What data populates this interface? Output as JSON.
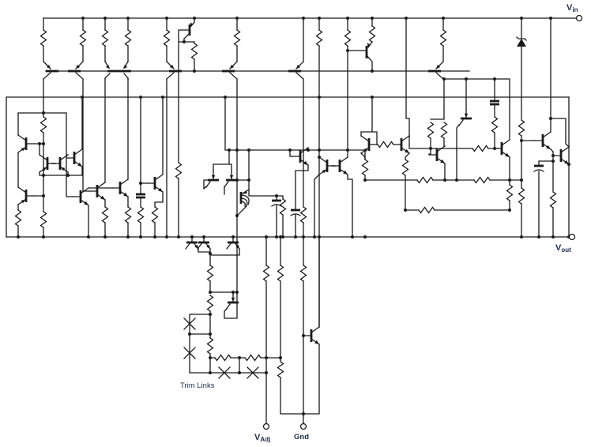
{
  "schematic": {
    "terminals": [
      {
        "id": "vin",
        "label_main": "V",
        "label_sub": "in"
      },
      {
        "id": "vout",
        "label_main": "V",
        "label_sub": "out"
      },
      {
        "id": "vadj",
        "label_main": "V",
        "label_sub": "Adj"
      },
      {
        "id": "gnd",
        "label": "Gnd"
      }
    ],
    "annotations": {
      "trim_links": "Trim Links"
    },
    "colors": {
      "wire": "#1a1a1a",
      "label": "#1c2b4a",
      "background": "#ffffff"
    }
  }
}
